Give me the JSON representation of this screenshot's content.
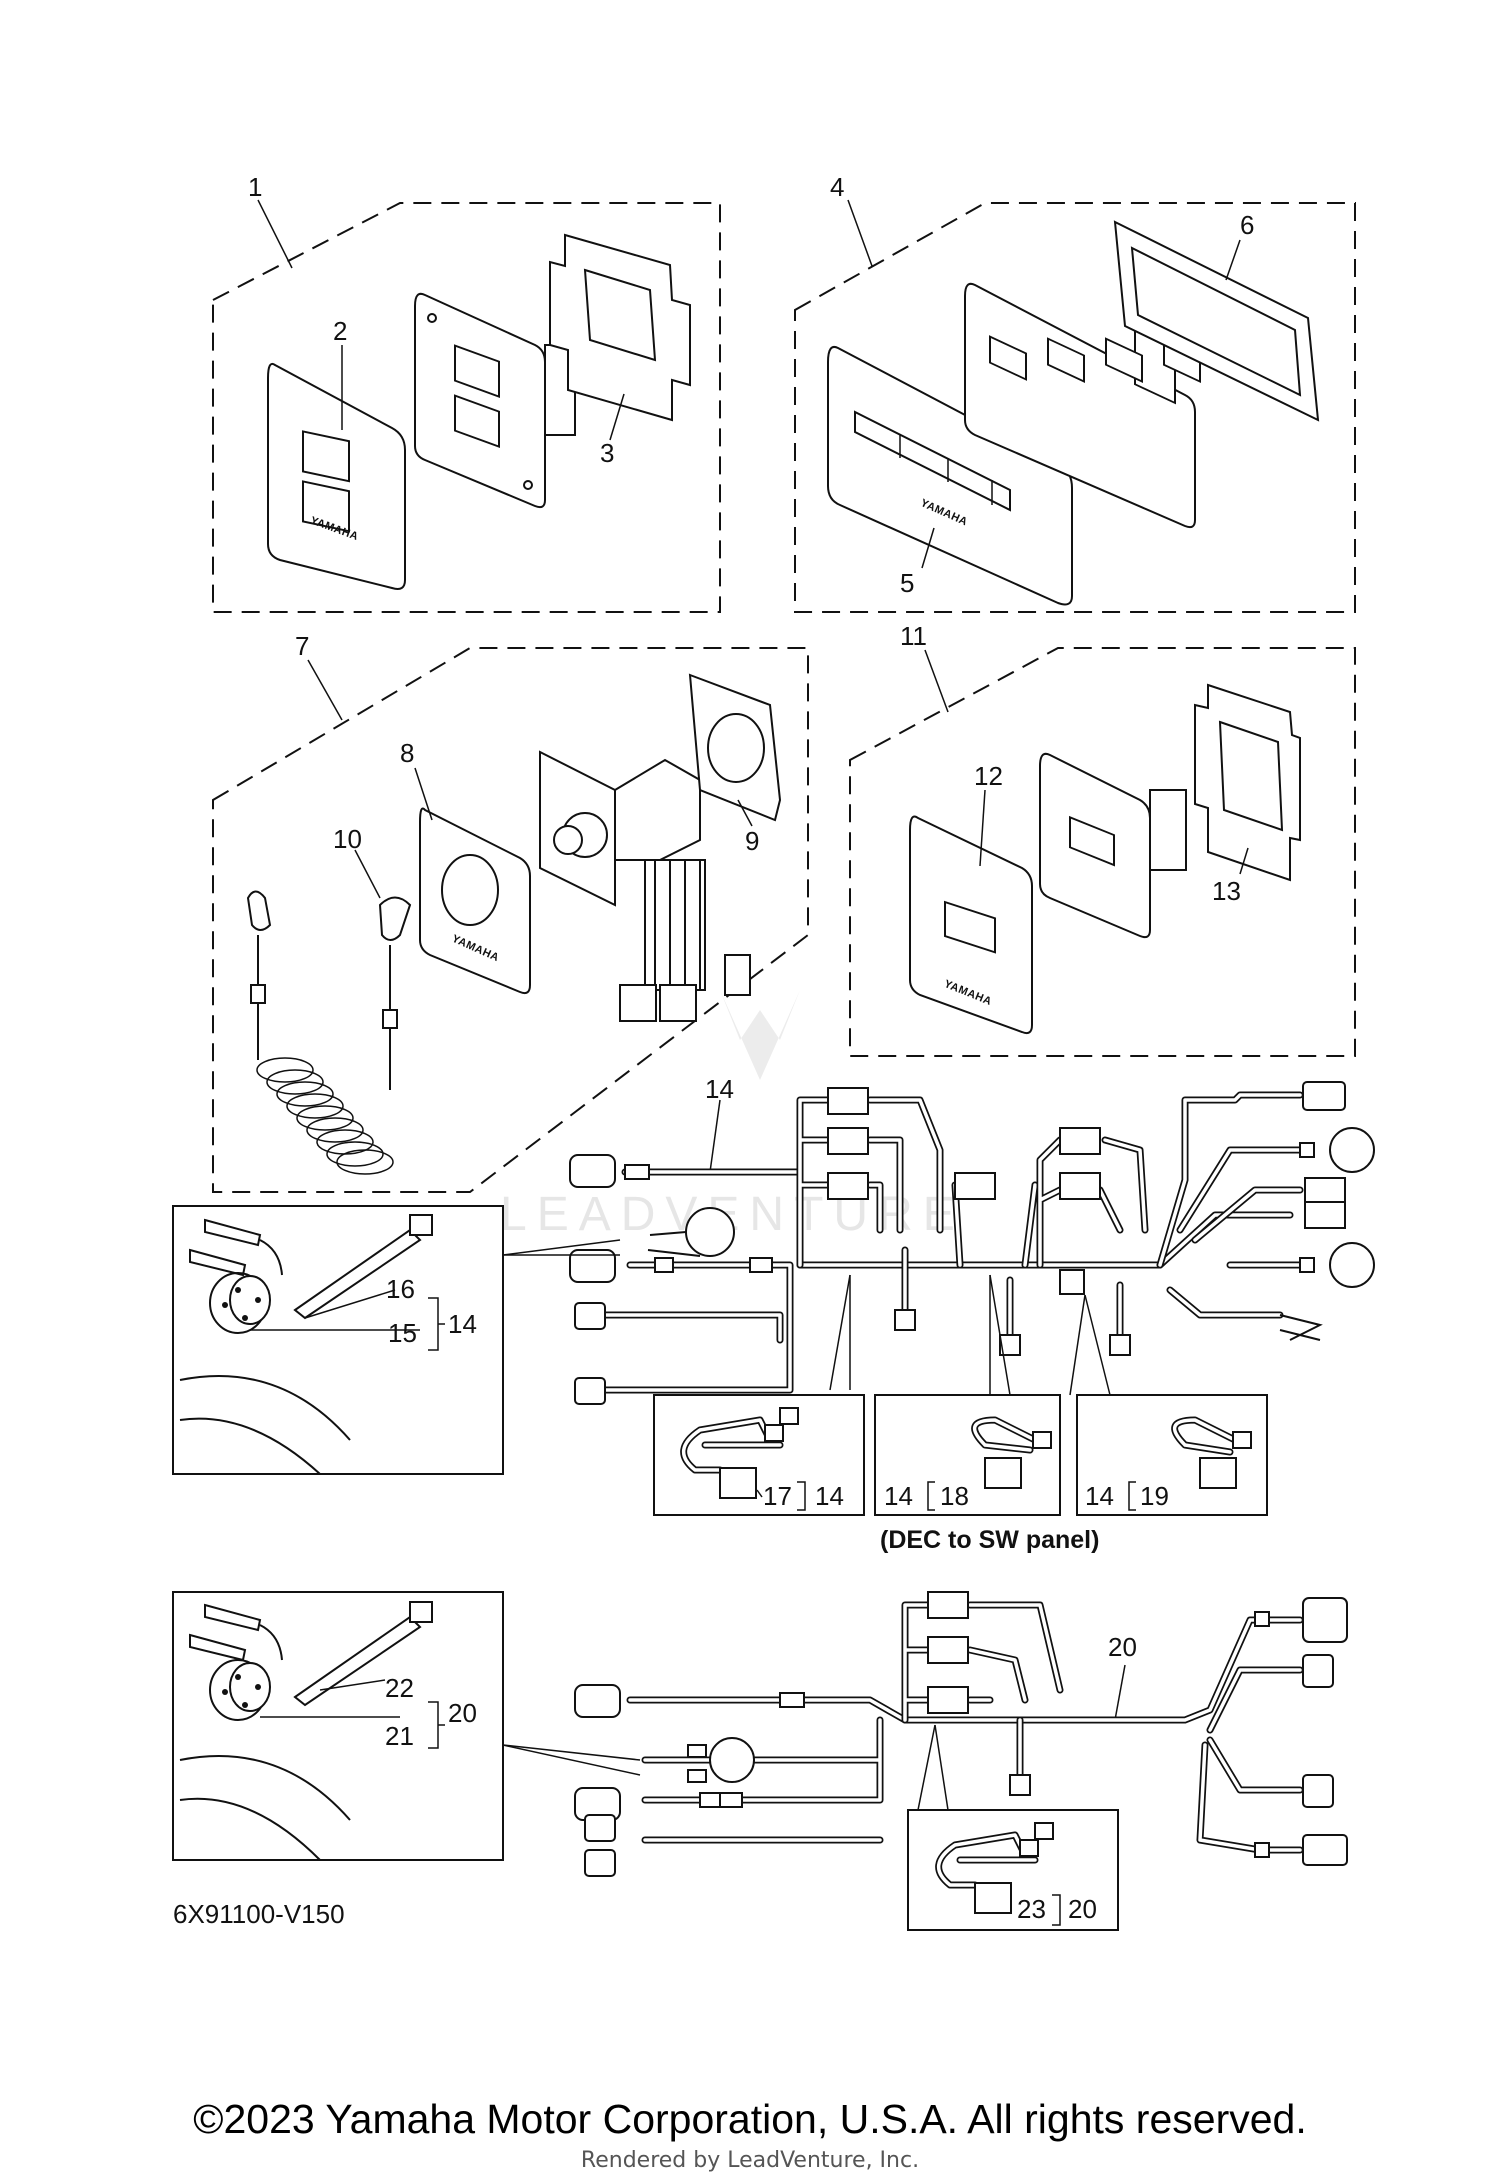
{
  "labels": {
    "p1": "1",
    "p2": "2",
    "p3": "3",
    "p4": "4",
    "p5": "5",
    "p6": "6",
    "p7": "7",
    "p8": "8",
    "p9": "9",
    "p10": "10",
    "p11": "11",
    "p12": "12",
    "p13": "13",
    "p14": "14",
    "p15": "15",
    "p16": "16",
    "p14b": "14",
    "p17": "17",
    "p14c": "14",
    "p14d": "14",
    "p18": "18",
    "p14e": "14",
    "p19": "19",
    "p20": "20",
    "p21": "21",
    "p22": "22",
    "p20b": "20",
    "p23": "23",
    "p20c": "20"
  },
  "brand_text": "YAMAHA",
  "caption": "(DEC to SW panel)",
  "diagram_code": "6X91100-V150",
  "watermark": "LEADVENTURE",
  "copyright": "©2023 Yamaha Motor Corporation, U.S.A. All rights reserved.",
  "rendered_by": "Rendered by LeadVenture, Inc."
}
